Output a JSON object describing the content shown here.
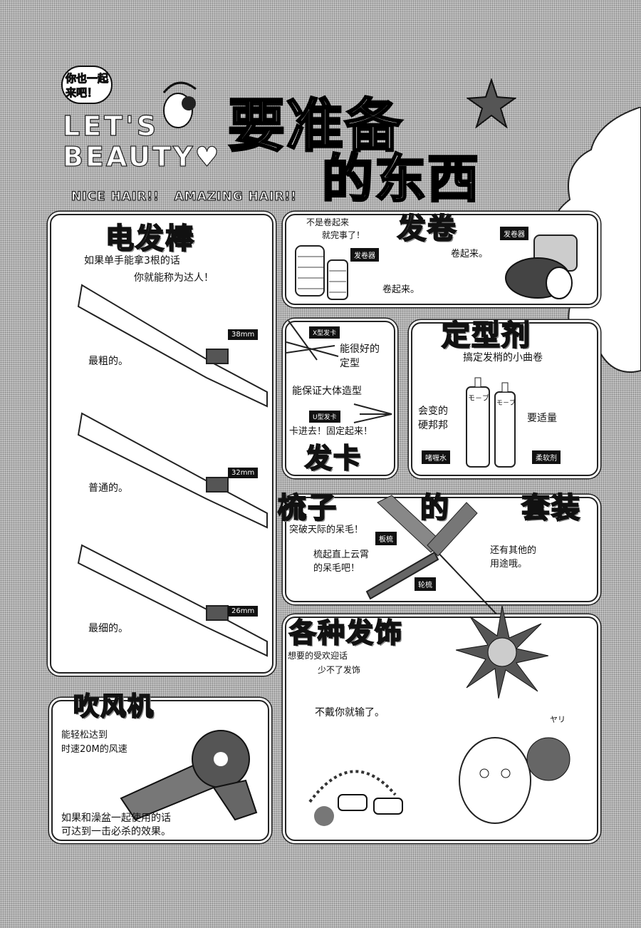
{
  "header": {
    "bubble": "你也一起来吧！",
    "lets": "LET'S",
    "beauty": "BEAUTY♥",
    "tagline": "NICE HAIR!!   AMAZING HAIR!!",
    "title_line1": "要准备",
    "title_line2": "的东西"
  },
  "curling_iron": {
    "title": "电发棒",
    "desc1": "如果单手能拿3根的话",
    "desc2": "你就能称为达人！",
    "items": [
      {
        "label": "最粗的。",
        "size": "38mm"
      },
      {
        "label": "普通的。",
        "size": "32mm"
      },
      {
        "label": "最细的。",
        "size": "26mm"
      }
    ]
  },
  "hair_dryer": {
    "title": "吹风机",
    "desc1": "能轻松达到",
    "desc2": "时速20M的风速",
    "note1": "如果和澡盆一起使用的话",
    "note2": "可达到一击必杀的效果。"
  },
  "rollers": {
    "title": "发卷",
    "note1": "不是卷起来",
    "note2": "就完事了！",
    "tag_left": "发卷器",
    "tag_right": "发卷器",
    "roll1": "卷起来。",
    "roll2": "卷起来。"
  },
  "hairpins": {
    "title": "发卡",
    "tag_x": "X型发卡",
    "x_desc1": "能很好的",
    "x_desc2": "定型",
    "mid": "能保证大体造型",
    "tag_u": "U型发卡",
    "u_desc": "卡进去！固定起来！"
  },
  "styling": {
    "title": "定型剂",
    "subtitle": "搞定发梢的小曲卷",
    "left1": "会变的",
    "left2": "硬邦邦",
    "right": "要适量",
    "tag_left": "啫喱水",
    "tag_right": "柔软剂",
    "can_label": "モ－ブ"
  },
  "combs": {
    "title": [
      "梳子",
      "的",
      "套装"
    ],
    "line1": "突破天际的呆毛！",
    "tag1": "板梳",
    "line2a": "梳起直上云霄",
    "line2b": "的呆毛吧！",
    "tag2": "轮梳",
    "right1": "还有其他的",
    "right2": "用途哦。"
  },
  "accessories": {
    "title": "各种发饰",
    "desc1": "想要的受欢迎话",
    "desc2": "少不了发饰",
    "note": "不戴你就输了。",
    "sfx": "ヤリ"
  }
}
